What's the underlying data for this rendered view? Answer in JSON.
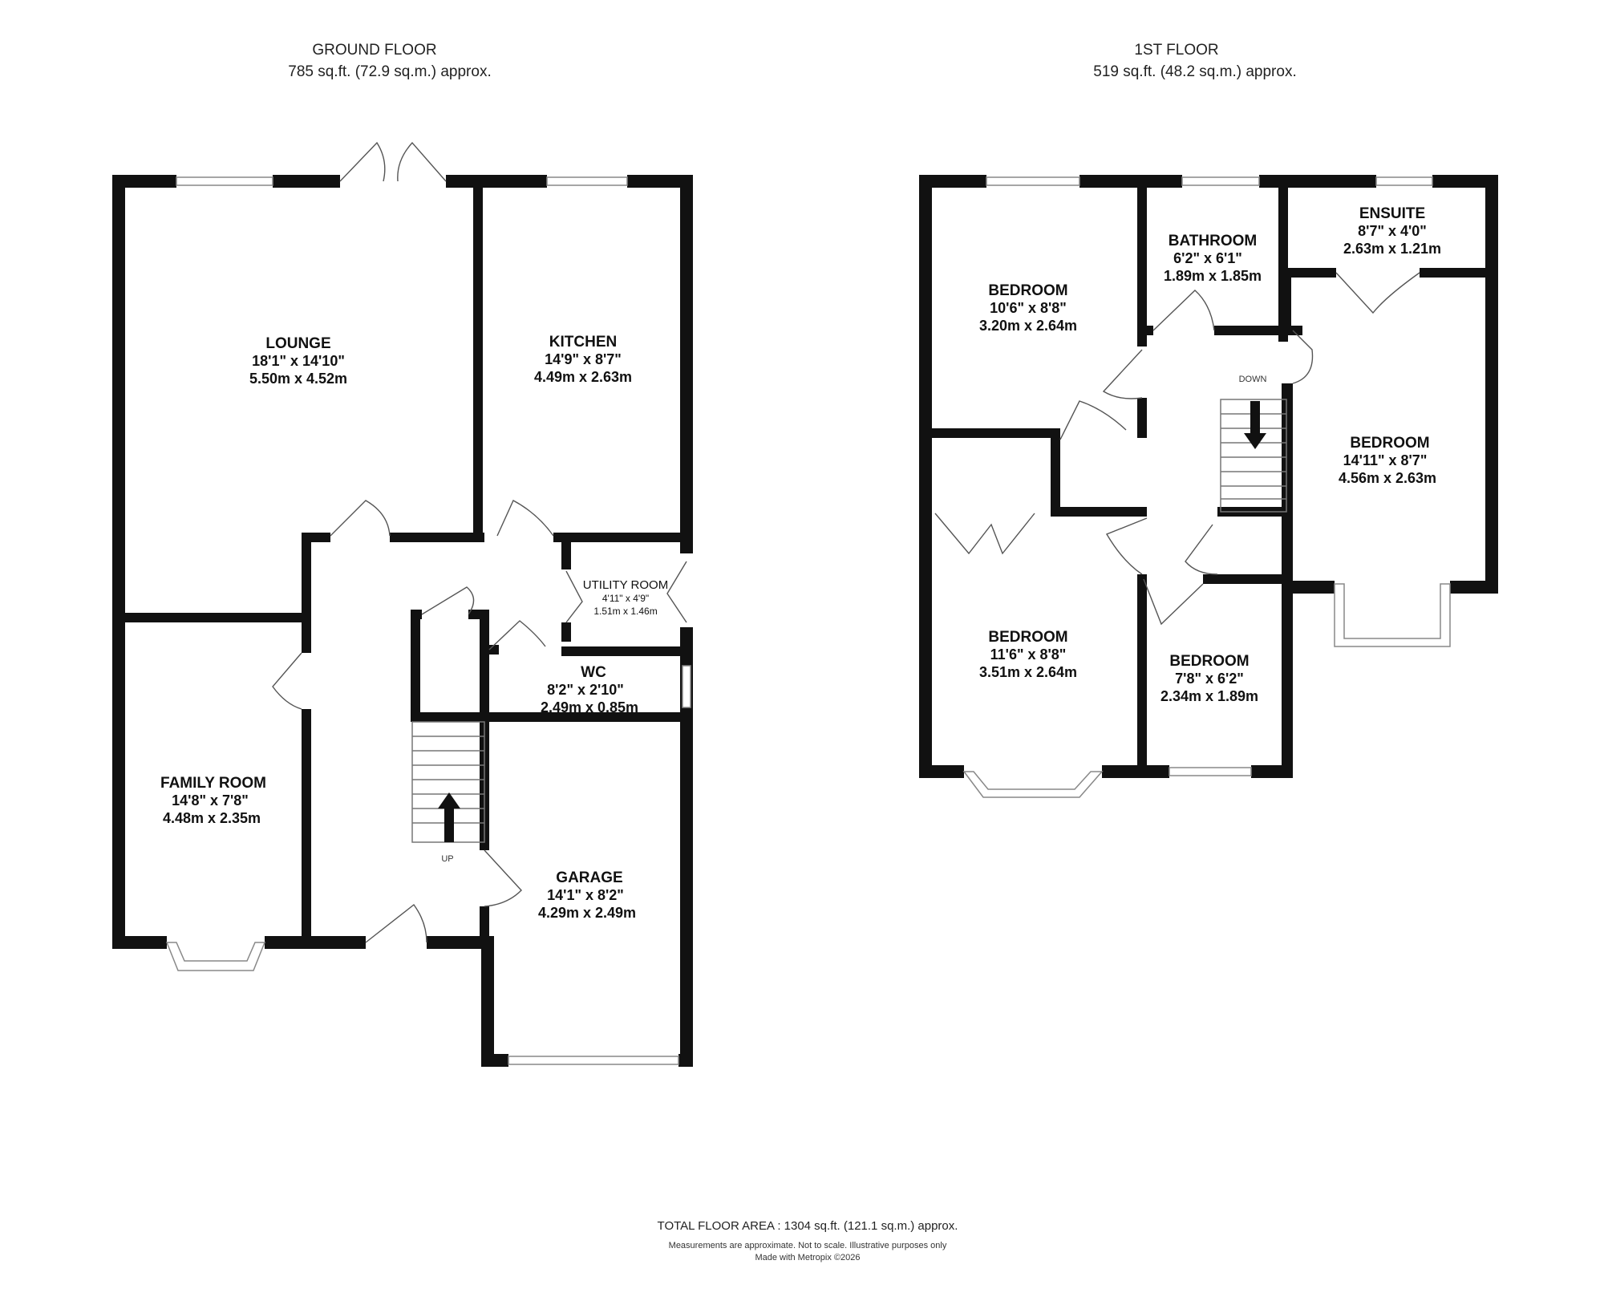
{
  "ground_floor": {
    "title": "GROUND FLOOR",
    "area": "785 sq.ft. (72.9 sq.m.) approx.",
    "rooms": [
      {
        "name": "LOUNGE",
        "imperial": "18'1\" x 14'10\"",
        "metric": "5.50m x 4.52m"
      },
      {
        "name": "KITCHEN",
        "imperial": "14'9\" x 8'7\"",
        "metric": "4.49m x 2.63m"
      },
      {
        "name": "UTILITY ROOM",
        "imperial": "4'11\" x 4'9\"",
        "metric": "1.51m x 1.46m"
      },
      {
        "name": "WC",
        "imperial": "8'2\" x 2'10\"",
        "metric": "2.49m x 0.85m"
      },
      {
        "name": "FAMILY ROOM",
        "imperial": "14'8\" x 7'8\"",
        "metric": "4.48m x 2.35m"
      },
      {
        "name": "GARAGE",
        "imperial": "14'1\" x 8'2\"",
        "metric": "4.29m x 2.49m"
      }
    ],
    "stair_label": "UP"
  },
  "first_floor": {
    "title": "1ST FLOOR",
    "area": "519 sq.ft. (48.2 sq.m.) approx.",
    "rooms": [
      {
        "name": "BEDROOM",
        "imperial": "10'6\" x 8'8\"",
        "metric": "3.20m x 2.64m"
      },
      {
        "name": "BATHROOM",
        "imperial": "6'2\" x 6'1\"",
        "metric": "1.89m x 1.85m"
      },
      {
        "name": "ENSUITE",
        "imperial": "8'7\" x 4'0\"",
        "metric": "2.63m x 1.21m"
      },
      {
        "name": "BEDROOM",
        "imperial": "14'11\" x 8'7\"",
        "metric": "4.56m x 2.63m"
      },
      {
        "name": "BEDROOM",
        "imperial": "11'6\" x 8'8\"",
        "metric": "3.51m x 2.64m"
      },
      {
        "name": "BEDROOM",
        "imperial": "7'8\" x 6'2\"",
        "metric": "2.34m x 1.89m"
      }
    ],
    "stair_label": "DOWN"
  },
  "footer": {
    "total": "TOTAL FLOOR AREA : 1304 sq.ft. (121.1 sq.m.) approx.",
    "disclaimer": "Measurements are approximate.  Not to scale.  Illustrative purposes only",
    "credit": "Made with Metropix ©2026"
  },
  "colors": {
    "wall": "#111111",
    "window": "#888888",
    "background": "#ffffff"
  }
}
